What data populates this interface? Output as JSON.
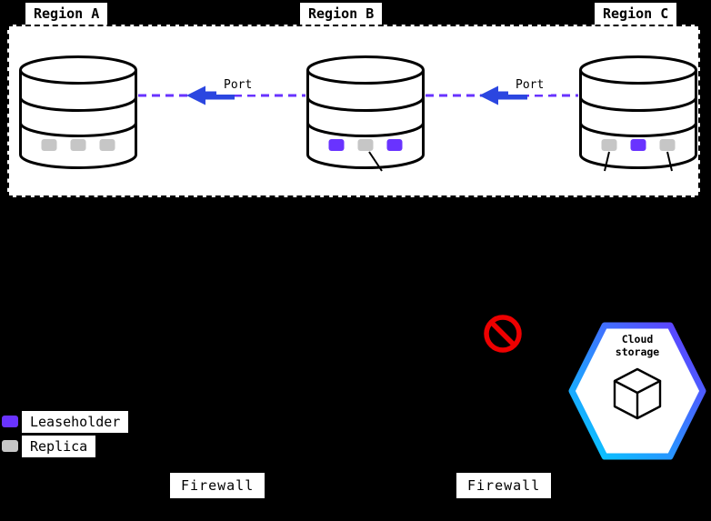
{
  "colors": {
    "background": "#000000",
    "panel": "#ffffff",
    "leaseholder": "#6933ff",
    "replica": "#c6c6c6",
    "link": "#6933ff",
    "arrow": "#2b46e0",
    "prohibited": "#ee0000",
    "hex_start": "#00d2ff",
    "hex_end": "#6733ff",
    "chip_bg": "#ffffff",
    "text": "#000000"
  },
  "regions": [
    {
      "label": "Region A",
      "replicas": [
        "replica",
        "replica",
        "replica"
      ]
    },
    {
      "label": "Region B",
      "replicas": [
        "leaseholder",
        "replica",
        "leaseholder"
      ]
    },
    {
      "label": "Region C",
      "replicas": [
        "replica",
        "leaseholder",
        "replica"
      ]
    }
  ],
  "links": [
    {
      "label": "Port"
    },
    {
      "label": "Port"
    }
  ],
  "legend": [
    {
      "type": "leaseholder",
      "label": "Leaseholder"
    },
    {
      "type": "replica",
      "label": "Replica"
    }
  ],
  "firewalls": [
    {
      "label": "Firewall"
    },
    {
      "label": "Firewall"
    }
  ],
  "cloud_storage": {
    "line1": "Cloud",
    "line2": "storage"
  }
}
